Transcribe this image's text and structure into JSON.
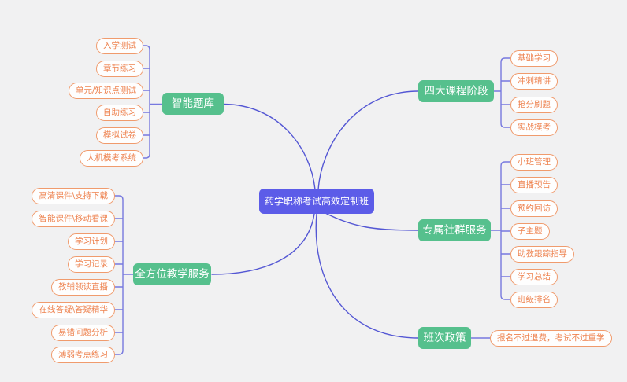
{
  "root": {
    "label": "药学职称考试高效定制班"
  },
  "branches": [
    {
      "label": "智能题库",
      "children": [
        "入学测试",
        "章节练习",
        "单元/知识点测试",
        "自助练习",
        "模拟试卷",
        "人机模考系统"
      ]
    },
    {
      "label": "四大课程阶段",
      "children": [
        "基础学习",
        "冲刺精讲",
        "抢分刷题",
        "实战模考"
      ]
    },
    {
      "label": "专属社群服务",
      "children": [
        "小班管理",
        "直播预告",
        "预约回访",
        "子主题",
        "助教跟踪指导",
        "学习总结",
        "班级排名"
      ]
    },
    {
      "label": "班次政策",
      "children": [
        "报名不过退费，考试不过重学"
      ]
    },
    {
      "label": "全方位教学服务",
      "children": [
        "高清课件\\支持下载",
        "智能课件\\移动看课",
        "学习计划",
        "学习记录",
        "教辅领读直播",
        "在线答疑\\答疑精华",
        "易错问题分析",
        "薄弱考点练习"
      ]
    }
  ],
  "colors": {
    "background": "#f1f1f2",
    "root_fill": "#5c5ce8",
    "branch_fill": "#56c08d",
    "leaf_border": "#f09b6d",
    "leaf_text": "#ee8350",
    "edge_curve": "#5457d4",
    "edge_bracket": "#7779df"
  }
}
